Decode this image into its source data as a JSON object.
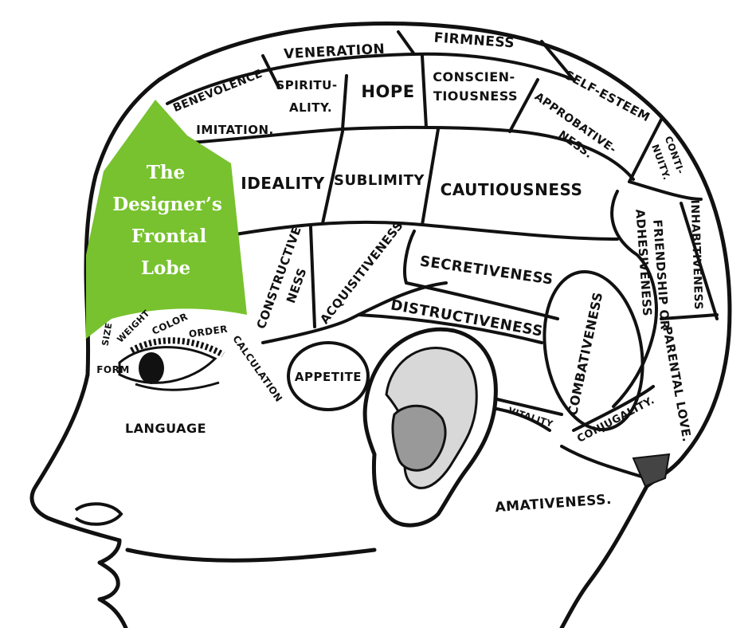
{
  "colors": {
    "highlight": "#77c22e",
    "ink": "#111111",
    "highlight_text": "#ffffff"
  },
  "highlight": {
    "lines": [
      "The",
      "Designer’s",
      "Frontal",
      "Lobe"
    ]
  },
  "labels": {
    "firmness": "FIRMNESS",
    "veneration": "VENERATION",
    "benevolence": "BENEVOLENCE",
    "spirituality_1": "SPIRITU-",
    "spirituality_2": "ALITY.",
    "hope": "HOPE",
    "conscientiousness_1": "CONSCIEN-",
    "conscientiousness_2": "TIOUSNESS",
    "self_esteem": "SELF-ESTEEM",
    "approbativeness_1": "APPROBATIVE-",
    "approbativeness_2": "NESS.",
    "continuity_1": "CONTI-",
    "continuity_2": "NUITY.",
    "imitation": "IMITATION.",
    "ideality": "IDEALITY",
    "sublimity": "SUBLIMITY",
    "cautiousness": "CAUTIOUSNESS",
    "inhabitiveness": "INHABITIVENESS",
    "friendship_1": "FRIENDSHIP OR",
    "friendship_2": "ADHESIVENESS",
    "constructive_1": "CONSTRUCTIVE",
    "constructive_2": "NESS",
    "acquisitiveness": "ACQUISITIVENESS",
    "secretiveness": "SECRETIVENESS",
    "distructiveness": "DISTRUCTIVENESS",
    "combativeness": "COMBATIVENESS",
    "parental_love": "PARENTAL LOVE.",
    "size": "SIZE",
    "weight": "WEIGHT",
    "color": "COLOR",
    "order": "ORDER",
    "calculation": "CALCULATION",
    "form": "FORM",
    "appetite": "APPETITE",
    "vitality": "VITALITY",
    "conjugality": "CONJUGALITY.",
    "language": "LANGUAGE",
    "amativeness": "AMATIVENESS."
  }
}
